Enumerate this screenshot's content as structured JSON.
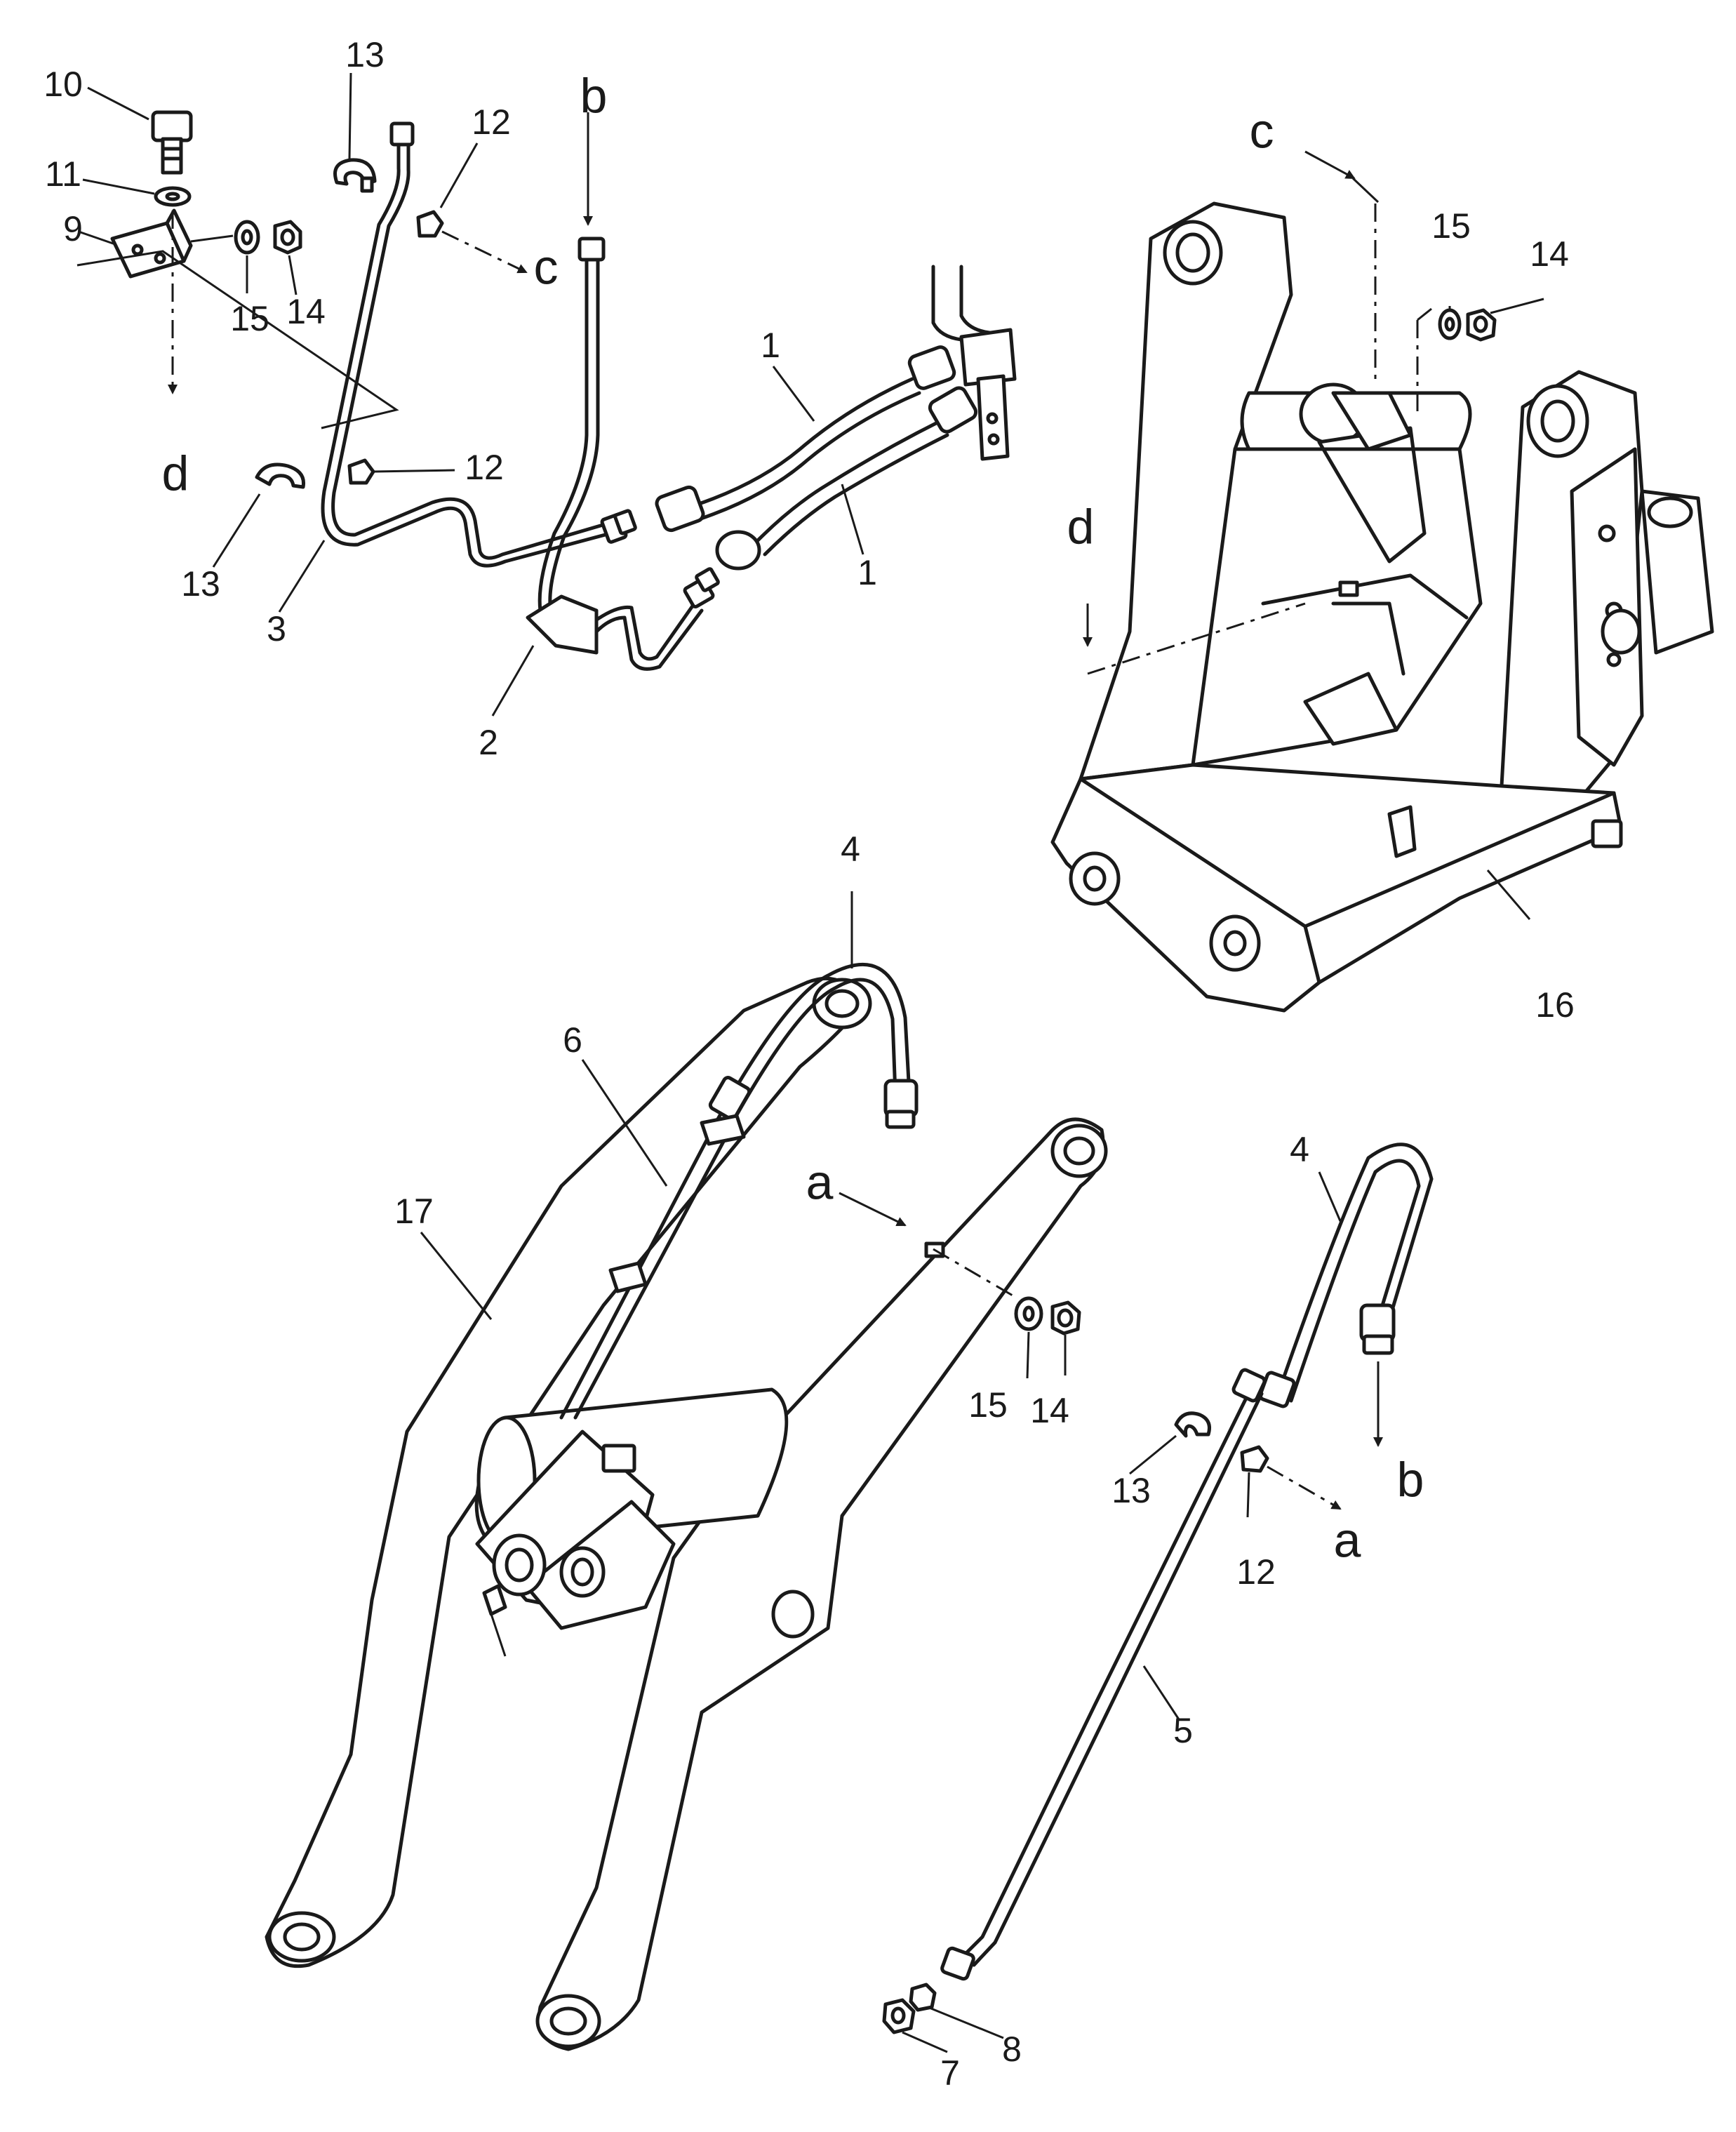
{
  "callouts": {
    "n1a": "1",
    "n1b": "1",
    "n2": "2",
    "n3": "3",
    "n4a": "4",
    "n4b": "4",
    "n5": "5",
    "n6": "6",
    "n7": "7",
    "n8": "8",
    "n9": "9",
    "n10": "10",
    "n11": "11",
    "n12a": "12",
    "n12b": "12",
    "n12c": "12",
    "n13a": "13",
    "n13b": "13",
    "n13c": "13",
    "n14a": "14",
    "n14b": "14",
    "n14c": "14",
    "n15a": "15",
    "n15b": "15",
    "n15c": "15",
    "n16": "16",
    "n17": "17"
  },
  "connection_letters": {
    "a_top": "a",
    "a_bottom": "a",
    "b_top": "b",
    "b_bottom": "b",
    "c_top": "c",
    "c_frame": "c",
    "d_left": "d",
    "d_frame": "d"
  }
}
